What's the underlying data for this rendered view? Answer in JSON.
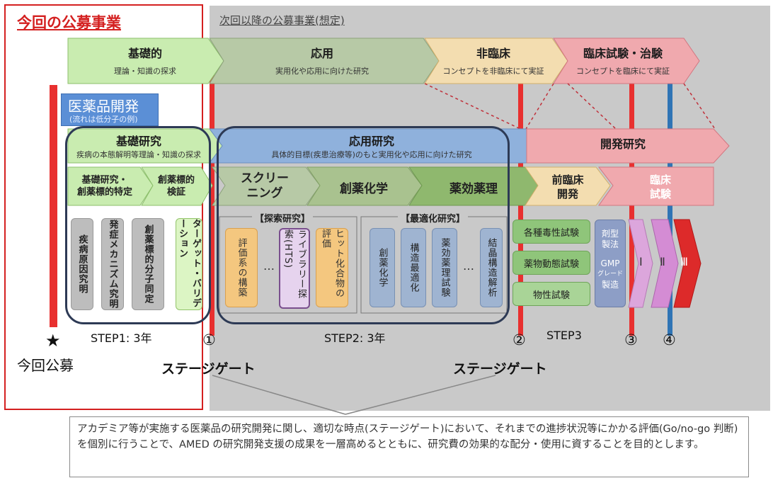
{
  "titles": {
    "current": "今回の公募事業",
    "next": "次回以降の公募事業(想定)"
  },
  "top_row": [
    {
      "main": "基礎的",
      "sub": "理論・知識の探求"
    },
    {
      "main": "応用",
      "sub": "実用化や応用に向けた研究"
    },
    {
      "main": "非臨床",
      "sub": "コンセプトを非臨床にて実証"
    },
    {
      "main": "臨床試験・治験",
      "sub": "コンセプトを臨床にて実証"
    }
  ],
  "medicine": {
    "title": "医薬品開発",
    "sub": "(流れは低分子の例)"
  },
  "second_row": [
    {
      "main": "基礎研究",
      "sub": "疾病の本態解明等理論・知識の探求"
    },
    {
      "main": "応用研究",
      "sub": "具体的目標(疾患治療等)のもと実用化や応用に向けた研究"
    },
    {
      "main": "開発研究",
      "sub": ""
    }
  ],
  "third_row": [
    {
      "main": "基礎研究・\n創薬標的特定"
    },
    {
      "main": "創薬標的\n検証"
    },
    {
      "main": "スクリー\nニング"
    },
    {
      "main": "創薬化学"
    },
    {
      "main": "薬効薬理"
    },
    {
      "main": "前臨床\n開発"
    },
    {
      "main": "臨床\n試験"
    }
  ],
  "step1_boxes": [
    "疾病原因究明",
    "発症メカニズム究明",
    "創薬標的分子同定",
    "ターゲット・バリデーション"
  ],
  "exploration": {
    "label": "【探索研究】",
    "boxes": [
      "評価系の構築",
      "ライブラリー探索(HTS)",
      "ヒット化合物の評価"
    ],
    "dots": "…"
  },
  "optimization": {
    "label": "【最適化研究】",
    "boxes": [
      "創薬化学",
      "構造最適化",
      "薬効薬理試験",
      "結晶構造解析"
    ],
    "dots": "…"
  },
  "preclinical_boxes": [
    "各種毒性試験",
    "薬物動態試験",
    "物性試験"
  ],
  "formulation": {
    "line1": "剤型",
    "line2": "製法",
    "line3": "GMP",
    "line4": "グレード",
    "line5": "製造"
  },
  "phases": [
    "Ⅰ",
    "Ⅱ",
    "Ⅲ"
  ],
  "gates": [
    "①",
    "②",
    "③",
    "④"
  ],
  "steps": [
    "STEP1: 3年",
    "STEP2: 3年",
    "STEP3"
  ],
  "star": "★",
  "current_call": "今回公募",
  "stage_gate": "ステージゲート",
  "note": "アカデミア等が実施する医薬品の研究開発に関し、適切な時点(ステージゲート)において、それまでの進捗状況等にかかる評価(Go/no-go 判断)を個別に行うことで、AMED の研究開発支援の成果を一層高めるとともに、研究費の効果的な配分・使用に資することを目的とします。",
  "colors": {
    "basic": "#c9ecb0",
    "applied": "#b7c9a6",
    "nonclinical": "#f3ddb0",
    "clinical": "#f0a9ae",
    "blue_band": "#8fb1dc",
    "gate_red": "#e8302f",
    "gate_blue": "#2f74b5"
  }
}
